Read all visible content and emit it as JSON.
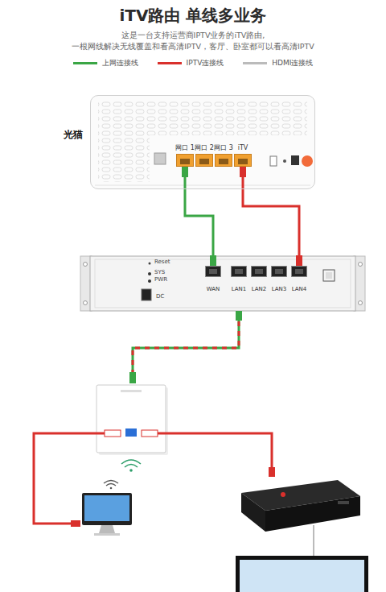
{
  "diagram": {
    "title": "iTV路由 单线多业务",
    "nodes": [
      {
        "text": [
          "光猫"
        ]
      },
      {
        "text": [
          "网口 1"
        ],
        "in": 0
      },
      {
        "text": [
          "网口 2"
        ],
        "in": 0
      },
      {
        "text": [
          "网口 3"
        ],
        "in": 0
      },
      {
        "text": [
          "iTV"
        ],
        "in": 0
      },
      {
        "text": [
          "Reset",
          "SYS",
          "PWR",
          "DC"
        ]
      },
      {
        "text": [
          "WAN"
        ],
        "in": 5
      },
      {
        "text": [
          "LAN1"
        ],
        "in": 5
      },
      {
        "text": [
          "LAN2"
        ],
        "in": 5
      },
      {
        "text": [
          "LAN3"
        ],
        "in": 5
      },
      {
        "text": [
          "LAN4"
        ],
        "in": 5
      }
    ],
    "edges": [
      {
        "from": 1,
        "to": 6,
        "arrow": "none"
      },
      {
        "from": 4,
        "to": 10,
        "arrow": "none"
      }
    ],
    "labels": [
      "这是一台支持运营商IPTV业务的iTV路由,",
      "一根网线解决无线覆盖和看高清IPTV，客厅、卧室都可以看高清IPTV"
    ],
    "legend": [
      {
        "text": "上网连接线",
        "color": "#3aa645"
      },
      {
        "text": "IPTV连接线",
        "color": "#d9302c"
      },
      {
        "text": "HDMI连接线",
        "color": "#bbbbbb"
      }
    ]
  }
}
